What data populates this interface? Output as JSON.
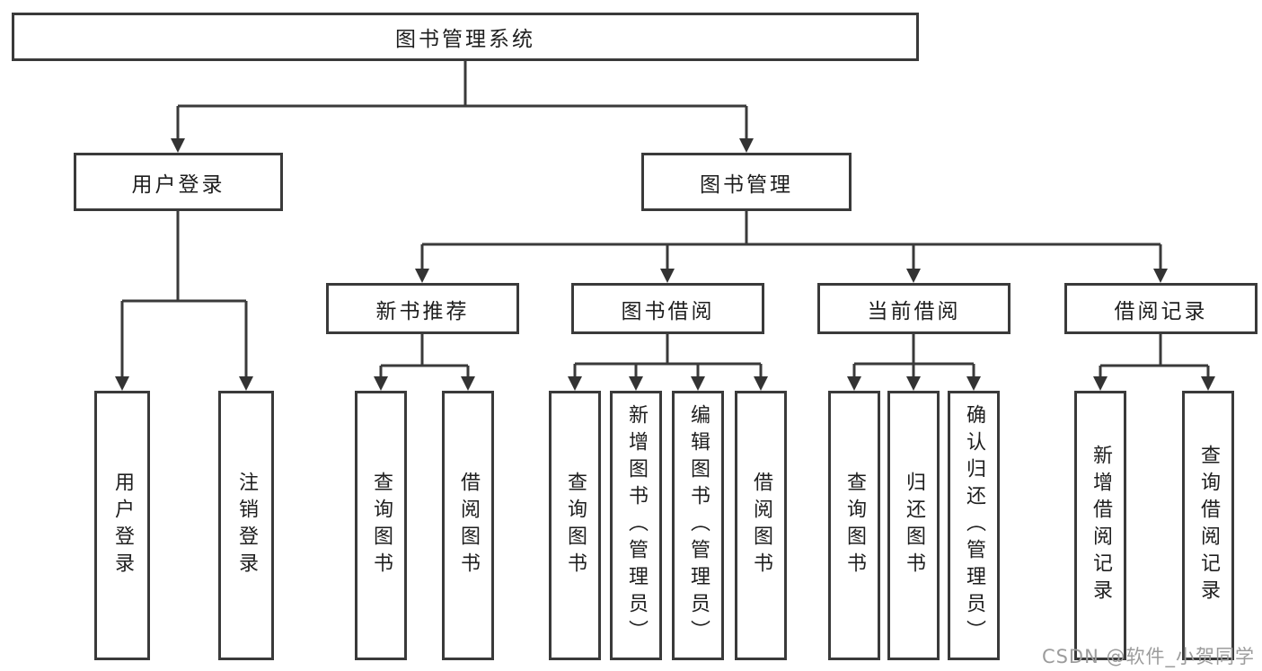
{
  "diagram": {
    "root": {
      "label": "图书管理系统"
    },
    "level1": [
      {
        "label": "用户登录"
      },
      {
        "label": "图书管理"
      }
    ],
    "level2": [
      {
        "label": "新书推荐"
      },
      {
        "label": "图书借阅"
      },
      {
        "label": "当前借阅"
      },
      {
        "label": "借阅记录"
      }
    ],
    "leaves": [
      {
        "label": "用户登录"
      },
      {
        "label": "注销登录"
      },
      {
        "label": "查询图书"
      },
      {
        "label": "借阅图书"
      },
      {
        "label": "查询图书"
      },
      {
        "label": "新增图书（管理员）"
      },
      {
        "label": "编辑图书（管理员）"
      },
      {
        "label": "借阅图书"
      },
      {
        "label": "查询图书"
      },
      {
        "label": "归还图书"
      },
      {
        "label": "确认归还（管理员）"
      },
      {
        "label": "新增借阅记录"
      },
      {
        "label": "查询借阅记录"
      }
    ],
    "watermark": "CSDN @软件_小贺同学",
    "colors": {
      "line": "#3a3a3a",
      "box_border": "#3a3a3a",
      "text": "#1e1e1e",
      "background": "#ffffff",
      "watermark": "#9c9c9c"
    }
  }
}
